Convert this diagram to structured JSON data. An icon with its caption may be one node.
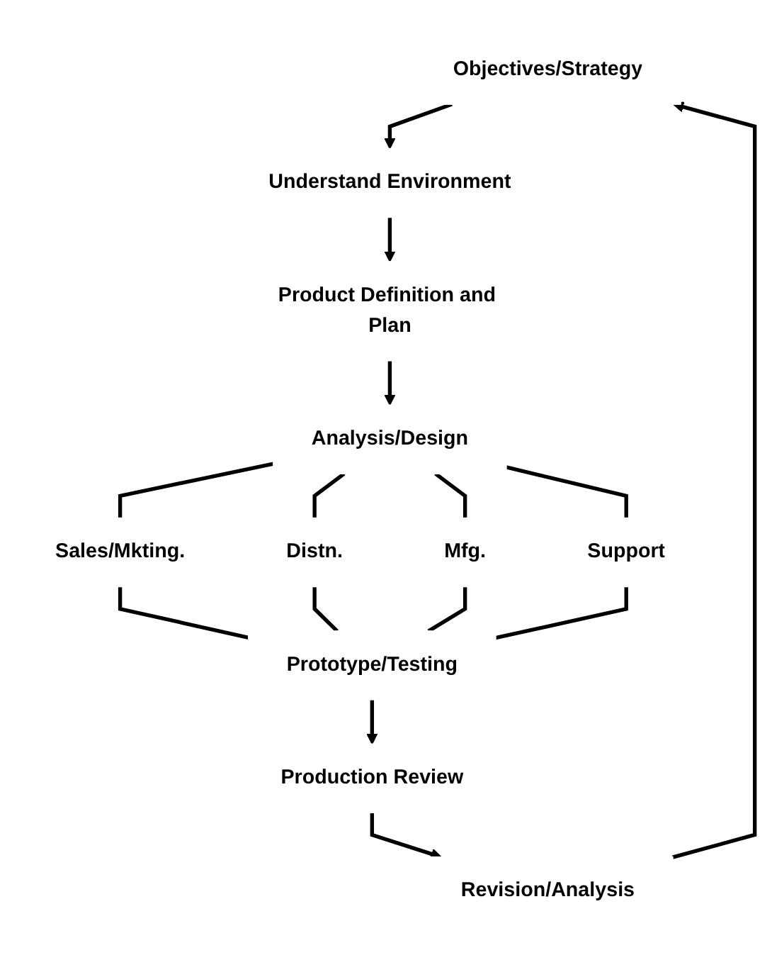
{
  "diagram": {
    "nodes": [
      {
        "text": [
          "Objectives/Strategy"
        ]
      },
      {
        "text": [
          "Understand Environment"
        ]
      },
      {
        "text": [
          "Product Definition and Plan"
        ]
      },
      {
        "text": [
          "Analysis/Design"
        ]
      },
      {
        "text": [
          "Sales/Mkting."
        ]
      },
      {
        "text": [
          "Distn."
        ]
      },
      {
        "text": [
          "Mfg."
        ]
      },
      {
        "text": [
          "Support"
        ]
      },
      {
        "text": [
          "Prototype/Testing"
        ]
      },
      {
        "text": [
          "Production Review"
        ]
      },
      {
        "text": [
          "Revision/Analysis"
        ]
      }
    ],
    "edges": [
      {
        "from": 0,
        "to": 1,
        "arrow": "to"
      },
      {
        "from": 1,
        "to": 2,
        "arrow": "to"
      },
      {
        "from": 2,
        "to": 3,
        "arrow": "to"
      },
      {
        "from": 3,
        "to": 4,
        "arrow": "none"
      },
      {
        "from": 3,
        "to": 5,
        "arrow": "none"
      },
      {
        "from": 3,
        "to": 6,
        "arrow": "none"
      },
      {
        "from": 3,
        "to": 7,
        "arrow": "none"
      },
      {
        "from": 4,
        "to": 8,
        "arrow": "none"
      },
      {
        "from": 5,
        "to": 8,
        "arrow": "none"
      },
      {
        "from": 6,
        "to": 8,
        "arrow": "none"
      },
      {
        "from": 7,
        "to": 8,
        "arrow": "none"
      },
      {
        "from": 8,
        "to": 9,
        "arrow": "to"
      },
      {
        "from": 9,
        "to": 10,
        "arrow": "to"
      },
      {
        "from": 10,
        "to": 0,
        "arrow": "to"
      }
    ]
  }
}
